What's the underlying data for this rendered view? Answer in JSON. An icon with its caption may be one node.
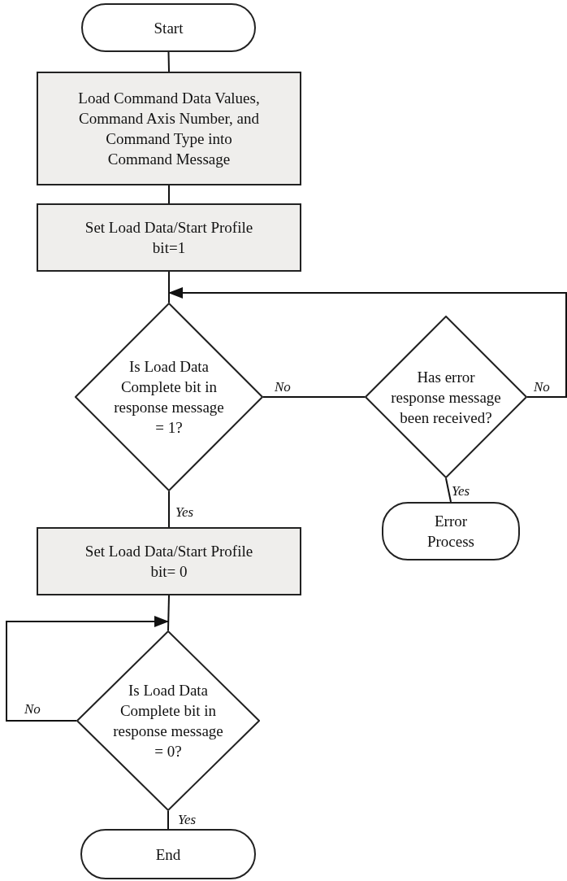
{
  "diagram": {
    "nodes": [
      {
        "text": [
          "Start"
        ]
      },
      {
        "text": [
          "Load Command Data Values, Command Axis Number, and Command Type into Command Message"
        ]
      },
      {
        "text": [
          "Set Load Data/Start Profile bit=1"
        ]
      },
      {
        "text": [
          "Is Load Data Complete bit in response message = 1?"
        ]
      },
      {
        "text": [
          "Has error response message been received?"
        ]
      },
      {
        "text": [
          "Error Process"
        ]
      },
      {
        "text": [
          "Set Load Data/Start Profile bit= 0"
        ]
      },
      {
        "text": [
          "Is Load Data Complete bit in response message = 0?"
        ]
      },
      {
        "text": [
          "End"
        ]
      }
    ],
    "edges": [
      {
        "from": 0,
        "to": 1,
        "arrow": "none"
      },
      {
        "from": 1,
        "to": 2,
        "arrow": "none"
      },
      {
        "from": 2,
        "to": 3,
        "arrow": "none"
      },
      {
        "from": 3,
        "to": 4,
        "arrow": "none",
        "label": "No"
      },
      {
        "from": 4,
        "to": 3,
        "arrow": "to",
        "label": "No"
      },
      {
        "from": 4,
        "to": 5,
        "arrow": "none",
        "label": "Yes"
      },
      {
        "from": 3,
        "to": 6,
        "arrow": "none",
        "label": "Yes"
      },
      {
        "from": 6,
        "to": 7,
        "arrow": "none"
      },
      {
        "from": 7,
        "to": 7,
        "arrow": "to",
        "label": "No"
      },
      {
        "from": 7,
        "to": 8,
        "arrow": "none",
        "label": "Yes"
      }
    ]
  }
}
